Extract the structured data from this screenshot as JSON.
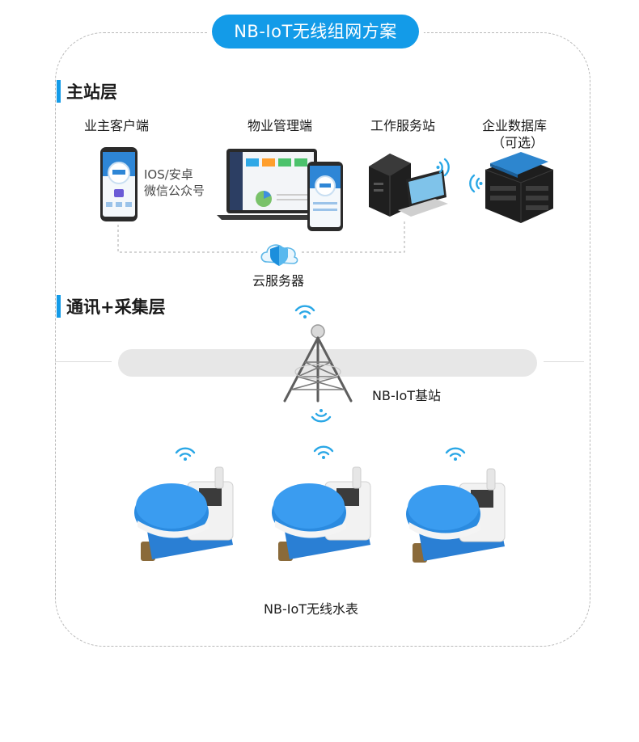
{
  "title": "NB-IoT无线组网方案",
  "layers": {
    "master": {
      "title": "主站层",
      "nodes": {
        "owner_client": {
          "label": "业主客户端",
          "platforms": [
            "IOS/安卓",
            "微信公众号"
          ]
        },
        "property_mgmt": {
          "label": "物业管理端"
        },
        "work_station": {
          "label": "工作服务站"
        },
        "enterprise_db": {
          "label": "企业数据库",
          "note": "（可选）"
        }
      },
      "cloud": {
        "label": "云服务器"
      }
    },
    "comm": {
      "title": "通讯+采集层",
      "base_station": {
        "label": "NB-IoT基站"
      },
      "meters": {
        "label": "NB-IoT无线水表",
        "count_shown": 3
      }
    }
  },
  "colors": {
    "accent": "#139be8",
    "meter_blue": "#1f78d1",
    "wifi": "#2aa7e6"
  }
}
